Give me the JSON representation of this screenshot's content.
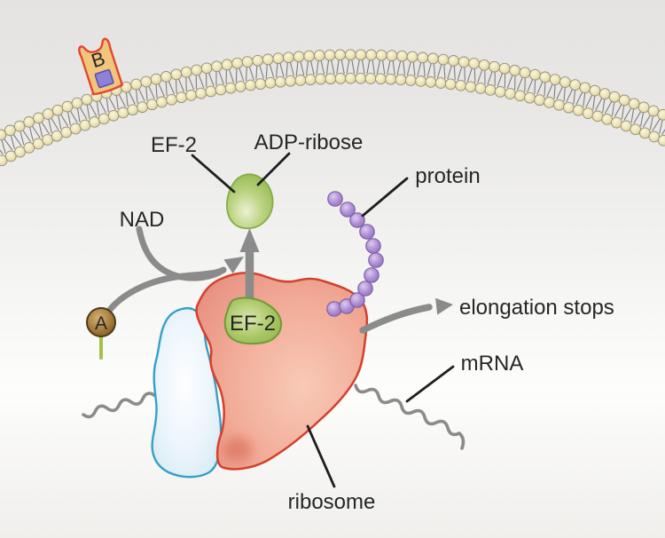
{
  "figure": {
    "type": "biology-diagram",
    "labels": {
      "b_subunit": "B",
      "a_subunit": "A",
      "ef2_released": "EF-2",
      "adp_ribose": "ADP-ribose",
      "nad": "NAD",
      "protein": "protein",
      "elongation_stops": "elongation stops",
      "mrna": "mRNA",
      "ribosome": "ribosome",
      "ef2_bound": "EF-2"
    },
    "colors": {
      "text": "#262626",
      "pointer_black": "#1f1f1f",
      "arrow_gray": "#8b8b8b",
      "membrane_bead": "#ece4b8",
      "membrane_bead_stroke": "#958d73",
      "membrane_tail": "#6b6b6b",
      "toxin_b_fill": "#f2c57d",
      "toxin_b_stroke": "#e3472d",
      "receptor_square_fill": "#8d82d8",
      "receptor_square_stroke": "#5d50b0",
      "toxin_a_fill": "#a87f42",
      "toxin_a_stroke": "#4f3a16",
      "toxin_a_stalk": "#a2c24b",
      "ribosome_large_fill": "#f2ad99",
      "ribosome_large_stroke": "#d5402a",
      "ribosome_small_fill": "#eaf4fa",
      "ribosome_small_stroke": "#35a0c8",
      "ef2_green_fill": "#aac766",
      "ef2_green_stroke": "#6f9a38",
      "protein_bead_fill": "#b292d6",
      "protein_bead_stroke": "#7e61a8"
    }
  }
}
